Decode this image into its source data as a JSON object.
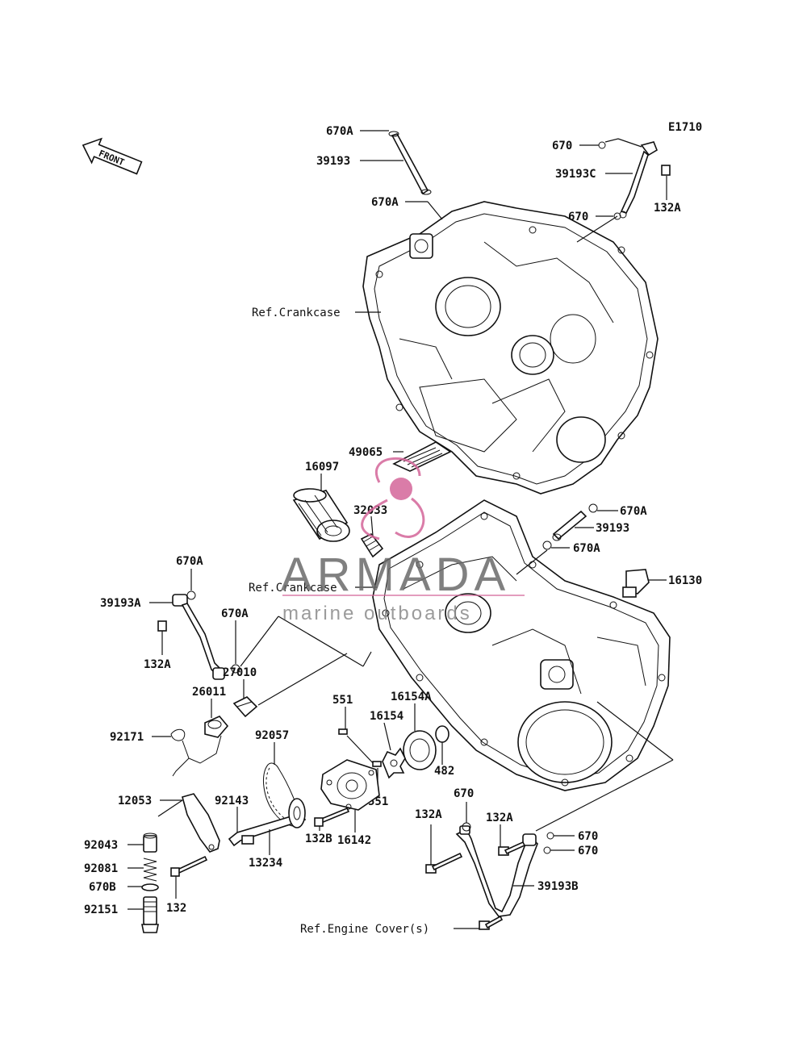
{
  "diagram_id": "E1710",
  "front_label": "FRONT",
  "watermark": {
    "brand": "ARMADA",
    "tagline": "marine outboards",
    "color": "#d4669a"
  },
  "parts": {
    "p670A_top1": "670A",
    "p39193_top": "39193",
    "p670A_top2": "670A",
    "p670_tr1": "670",
    "p39193C": "39193C",
    "p132A_tr": "132A",
    "p670_tr2": "670",
    "ref_crankcase_top": "Ref.Crankcase",
    "p49065": "49065",
    "p16097": "16097",
    "p32033": "32033",
    "p670A_mr1": "670A",
    "p39193_mr": "39193",
    "p670A_mr2": "670A",
    "p16130": "16130",
    "ref_crankcase_mid": "Ref.Crankcase",
    "p670A_l1": "670A",
    "p39193A": "39193A",
    "p670A_l2": "670A",
    "p132A_l": "132A",
    "p27010": "27010",
    "p26011": "26011",
    "p92171": "92171",
    "p551_top": "551",
    "p16154A": "16154A",
    "p16154": "16154",
    "p92057": "92057",
    "p482": "482",
    "p551_low": "551",
    "p12053": "12053",
    "p92143": "92143",
    "p16142": "16142",
    "p132B": "132B",
    "p13234": "13234",
    "p92043": "92043",
    "p92081": "92081",
    "p670B": "670B",
    "p132": "132",
    "p92151": "92151",
    "p670_br1": "670",
    "p132A_br1": "132A",
    "p132A_br2": "132A",
    "p670_br2": "670",
    "p670_br3": "670",
    "p39193B": "39193B",
    "ref_engine_cover": "Ref.Engine Cover(s)"
  }
}
